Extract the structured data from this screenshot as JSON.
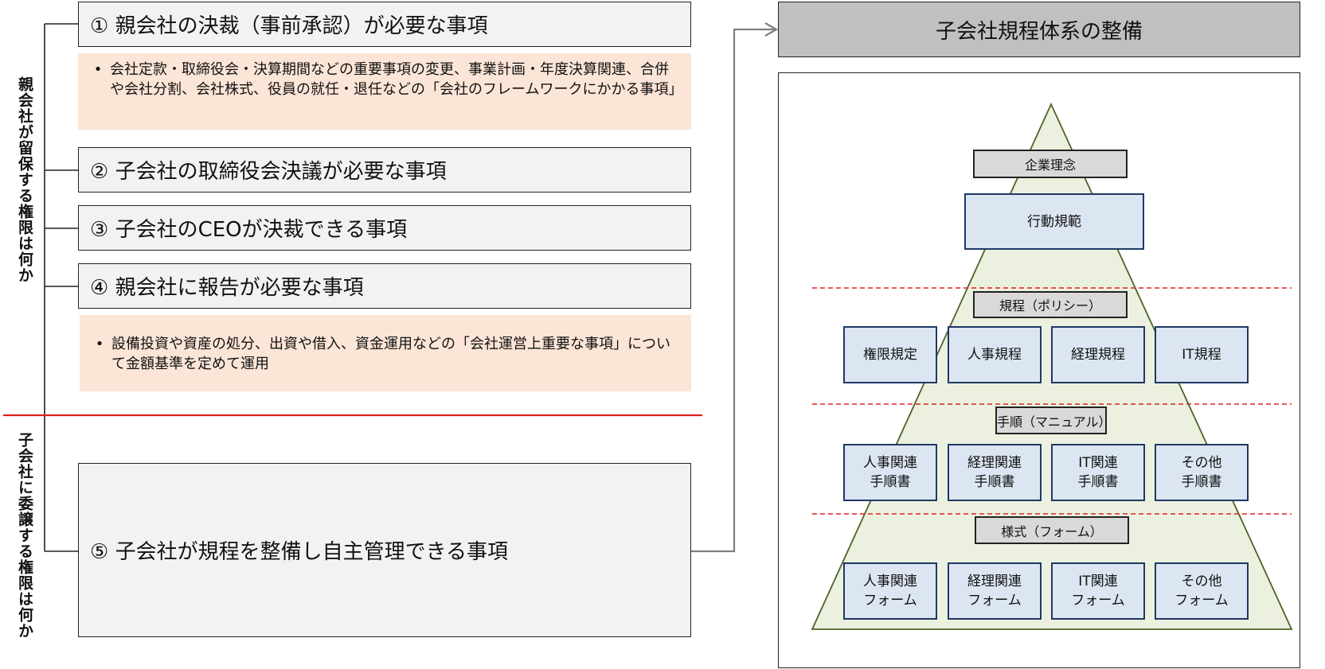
{
  "left": {
    "vertical_top": "親会社が留保する権限は何か",
    "vertical_bottom": "子会社に委譲する権限は何か",
    "items": [
      {
        "label": "① 親会社の決裁（事前承認）が必要な事項"
      },
      {
        "label": "② 子会社の取締役会決議が必要な事項"
      },
      {
        "label": "③ 子会社のCEOが決裁できる事項"
      },
      {
        "label": "④ 親会社に報告が必要な事項"
      },
      {
        "label": "⑤ 子会社が規程を整備し自主管理できる事項"
      }
    ],
    "notes": [
      {
        "bullet": "•",
        "text": "会社定款・取締役会・決算期間などの重要事項の変更、事業計画・年度決算関連、合併や会社分割、会社株式、役員の就任・退任などの「会社のフレームワークにかかる事項」"
      },
      {
        "bullet": "•",
        "text": "設備投資や資産の処分、出資や借入、資金運用などの「会社運営上重要な事項」について金額基準を定めて運用"
      }
    ]
  },
  "right": {
    "title": "子会社規程体系の整備",
    "labels": {
      "rinen": "企業理念",
      "kitei": "規程（ポリシー）",
      "tejun": "手順（マニュアル）",
      "yoshiki": "様式（フォーム）"
    },
    "kodo": "行動規範",
    "policies": [
      "権限規定",
      "人事規程",
      "経理規程",
      "IT規程"
    ],
    "manuals": [
      {
        "l1": "人事関連",
        "l2": "手順書"
      },
      {
        "l1": "経理関連",
        "l2": "手順書"
      },
      {
        "l1": "IT関連",
        "l2": "手順書"
      },
      {
        "l1": "その他",
        "l2": "手順書"
      }
    ],
    "forms": [
      {
        "l1": "人事関連",
        "l2": "フォーム"
      },
      {
        "l1": "経理関連",
        "l2": "フォーム"
      },
      {
        "l1": "IT関連",
        "l2": "フォーム"
      },
      {
        "l1": "その他",
        "l2": "フォーム"
      }
    ]
  },
  "colors": {
    "divider_red": "#e02020",
    "pyramid_fill": "#ebf1de",
    "cell_fill": "#dce6f2",
    "note_fill": "#fbe5d6",
    "title_fill": "#c0c0c0"
  }
}
